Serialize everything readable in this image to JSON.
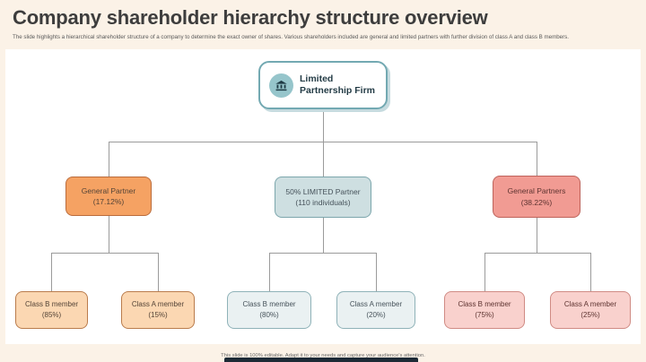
{
  "slide": {
    "title": "Company shareholder hierarchy structure overview",
    "subtitle": "The slide highlights a hierarchical shareholder structure of a company to determine the exact owner of shares. Various shareholders included are general and limited partners with further division of class A and class B members.",
    "footer": "This slide is 100% editable. Adapt it to your needs and capture your audience's attention."
  },
  "tree": {
    "root": {
      "label": "Limited Partnership Firm",
      "icon": "bank-building-icon"
    },
    "branches": [
      {
        "theme": "orange",
        "parent": {
          "title": "General Partner",
          "subtitle": "(17.12%)"
        },
        "children": [
          {
            "title": "Class B member",
            "subtitle": "(85%)"
          },
          {
            "title": "Class A member",
            "subtitle": "(15%)"
          }
        ]
      },
      {
        "theme": "blue",
        "parent": {
          "title": "50% LIMITED Partner",
          "subtitle": "(110 individuals)"
        },
        "children": [
          {
            "title": "Class B member",
            "subtitle": "(80%)"
          },
          {
            "title": "Class A member",
            "subtitle": "(20%)"
          }
        ]
      },
      {
        "theme": "pink",
        "parent": {
          "title": "General Partners",
          "subtitle": "(38.22%)"
        },
        "children": [
          {
            "title": "Class B member",
            "subtitle": "(75%)"
          },
          {
            "title": "Class A member",
            "subtitle": "(25%)"
          }
        ]
      }
    ]
  },
  "palette": {
    "slide_background": "#FBF2E7",
    "canvas_background": "#FFFFFF",
    "connector_line": "#9B9B9B",
    "root_border": "#73A9B2",
    "root_icon_circle": "#96C5CB",
    "root_text": "#243C46",
    "orange_fill": "#F5A263",
    "orange_border": "#BA6C3C",
    "orange_child_fill": "#FBD7B2",
    "blue_fill": "#CEDFE1",
    "blue_border": "#7CA6AC",
    "blue_child_fill": "#EAF1F2",
    "pink_fill": "#F19B93",
    "pink_border": "#BE635B",
    "pink_child_fill": "#F9D1CD",
    "bottom_bar": "#1D2A36"
  }
}
